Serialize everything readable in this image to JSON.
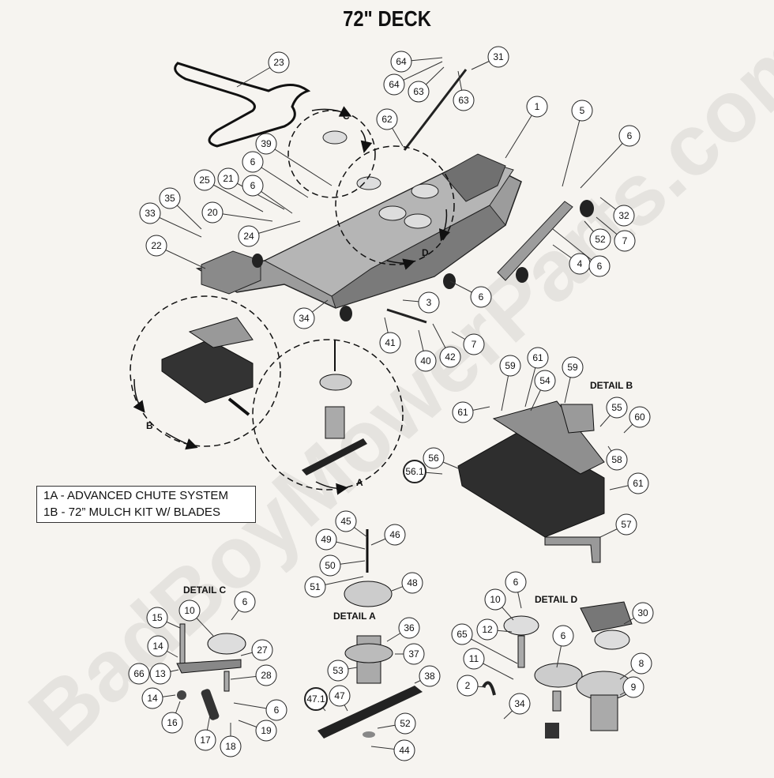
{
  "title": "72\" DECK",
  "watermark": "BadBoyMowerParts.com",
  "kits": [
    "1A - ADVANCED CHUTE SYSTEM",
    "1B - 72” MULCH KIT W/ BLADES"
  ],
  "detail_labels": {
    "a": "DETAIL A",
    "b": "DETAIL B",
    "c": "DETAIL C",
    "d": "DETAIL D"
  },
  "view_letters": {
    "a": "A",
    "b": "B",
    "c": "C",
    "d": "D"
  },
  "callouts": [
    "23",
    "64",
    "64",
    "63",
    "63",
    "31",
    "62",
    "1",
    "5",
    "6",
    "39",
    "6",
    "25",
    "21",
    "6",
    "20",
    "35",
    "33",
    "24",
    "22",
    "32",
    "52",
    "7",
    "4",
    "6",
    "6",
    "34",
    "3",
    "41",
    "40",
    "42",
    "7",
    "59",
    "61",
    "54",
    "59",
    "61",
    "55",
    "60",
    "56",
    "56.1",
    "58",
    "61",
    "57",
    "45",
    "46",
    "49",
    "50",
    "51",
    "48",
    "36",
    "37",
    "53",
    "38",
    "47.1",
    "47",
    "52",
    "44",
    "15",
    "10",
    "6",
    "14",
    "27",
    "66",
    "13",
    "28",
    "14",
    "16",
    "6",
    "17",
    "18",
    "19",
    "6",
    "10",
    "30",
    "12",
    "65",
    "6",
    "8",
    "11",
    "2",
    "9",
    "34"
  ]
}
